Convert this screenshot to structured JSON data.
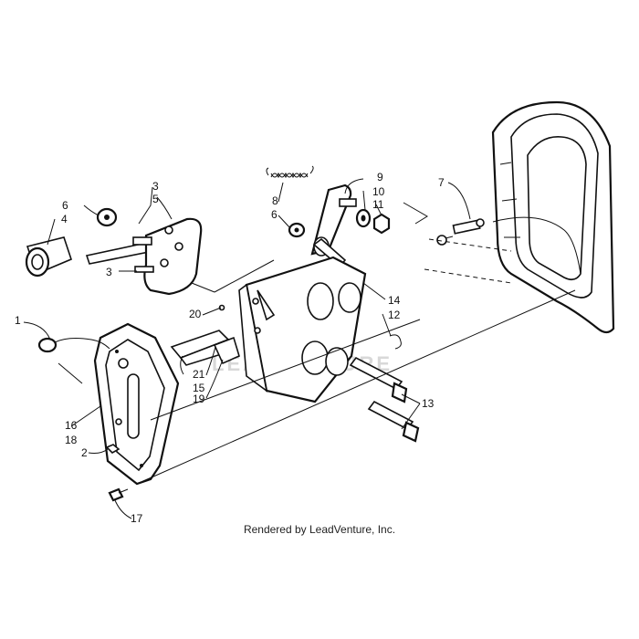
{
  "callouts": [
    "1",
    "2",
    "3",
    "3",
    "4",
    "5",
    "6",
    "6",
    "7",
    "8",
    "9",
    "10",
    "11",
    "12",
    "13",
    "14",
    "15",
    "16",
    "17",
    "18",
    "19",
    "20",
    "21"
  ],
  "footer": "Rendered by LeadVenture, Inc.",
  "watermark": "LEADVENTURE"
}
